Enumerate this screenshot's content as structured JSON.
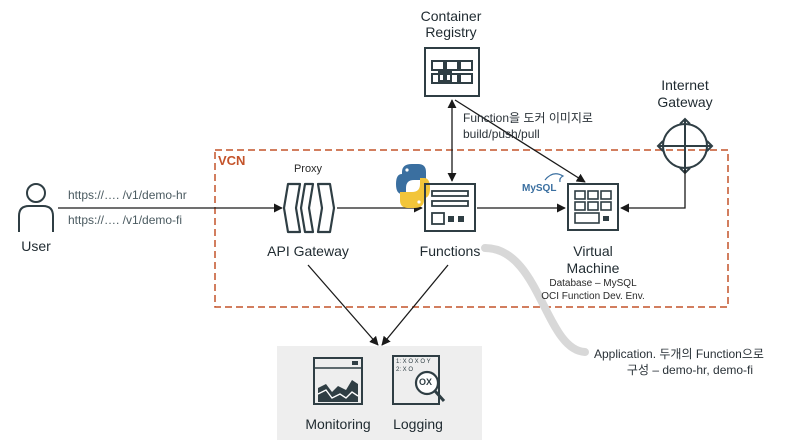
{
  "vcn_label": "VCN",
  "nodes": {
    "user": "User",
    "api_gateway": "API Gateway",
    "proxy": "Proxy",
    "functions": "Functions",
    "container_registry_line1": "Container",
    "container_registry_line2": "Registry",
    "internet_gateway_line1": "Internet",
    "internet_gateway_line2": "Gateway",
    "vm_line1": "Virtual",
    "vm_line2": "Machine",
    "vm_sub1": "Database – MySQL",
    "vm_sub2": "OCI Function Dev. Env.",
    "monitoring": "Monitoring",
    "logging": "Logging",
    "mysql_logo": "MySQL"
  },
  "routes": {
    "hr": "https://….  /v1/demo-hr",
    "fi": "https://….  /v1/demo-fi"
  },
  "notes": {
    "registry_line1": "Function을 도커 이미지로",
    "registry_line2": "build/push/pull",
    "app_line1": "Application. 두개의 Function으로",
    "app_line2": "구성 – demo-hr, demo-fi"
  },
  "logging_icon_text": {
    "row1": "1: X O X O Y",
    "row2": "2: X O",
    "mark": "OX"
  },
  "colors": {
    "icon_stroke": "#2f3e44",
    "vcn_border": "#c4532a",
    "arrow": "#1a1a1a",
    "panel_bg": "#eeeeee"
  }
}
